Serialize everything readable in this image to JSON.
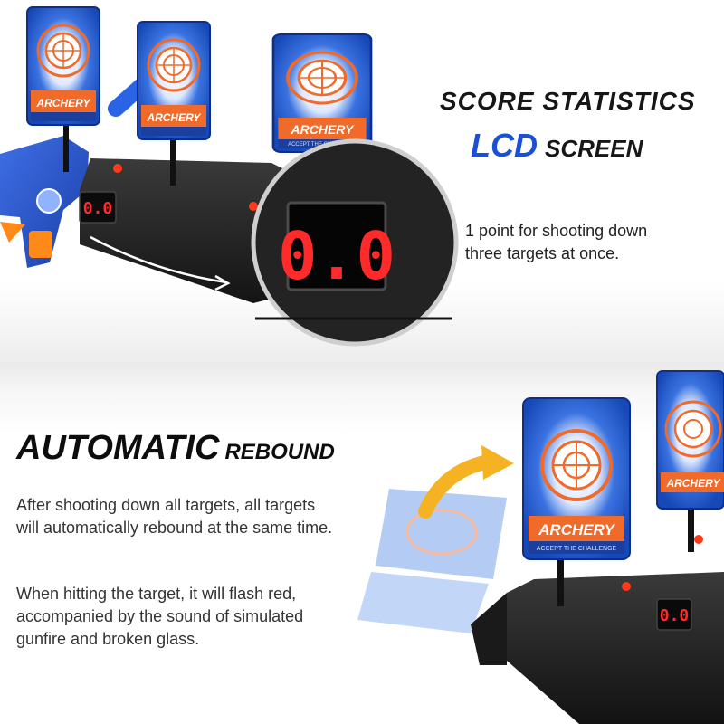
{
  "top": {
    "heading_line1": "SCORE STATISTICS",
    "heading_lcd": "LCD",
    "heading_screen": "SCREEN",
    "description": "1 point for shooting down\nthree targets at once.",
    "lcd_readout": "0.0",
    "target_label": "ARCHERY",
    "target_tagline": "ACCEPT THE CHALLENGE"
  },
  "bottom": {
    "heading_big": "AUTOMATIC",
    "heading_small": "REBOUND",
    "paragraph1": "After shooting down all targets, all targets\nwill automatically rebound at the same time.",
    "paragraph2": "When hitting the target, it will flash red,\naccompanied by the sound of simulated\ngunfire and broken glass.",
    "target_label": "ARCHERY",
    "target_tagline": "ACCEPT THE CHALLENGE"
  },
  "colors": {
    "accent_blue": "#1a4fd8",
    "target_blue": "#1c54c9",
    "target_orange": "#f06a2a",
    "lcd_red": "#ff2a2a",
    "base_black": "#1e1e1e"
  },
  "icons": {
    "blaster": "toy-blaster-icon",
    "arrow": "rebound-arrow-icon"
  }
}
